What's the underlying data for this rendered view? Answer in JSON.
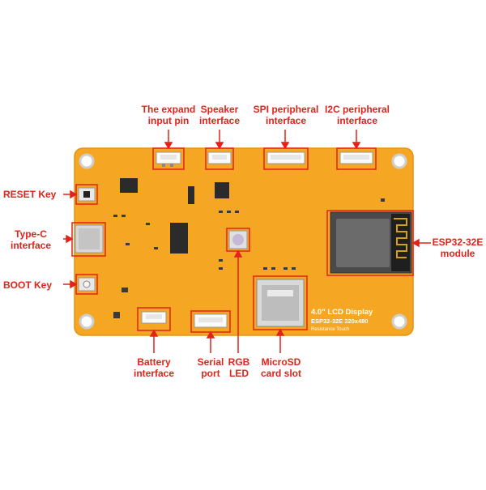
{
  "board": {
    "lcd_title": "4.0\" LCD Display",
    "lcd_model": "ESP32-32E  320x480",
    "lcd_touch": "Resistance Touch"
  },
  "labels": {
    "expand_pin": [
      "The expand",
      "input pin"
    ],
    "speaker": [
      "Speaker",
      "interface"
    ],
    "spi": [
      "SPI peripheral",
      "interface"
    ],
    "i2c": [
      "I2C peripheral",
      "interface"
    ],
    "reset": [
      "RESET Key"
    ],
    "typec": [
      "Type-C",
      "interface"
    ],
    "boot": [
      "BOOT Key"
    ],
    "esp32": [
      "ESP32-32E",
      "module"
    ],
    "battery": [
      "Battery",
      "interface"
    ],
    "serial": [
      "Serial",
      "port"
    ],
    "rgb": [
      "RGB",
      "LED"
    ],
    "microsd": [
      "MicroSD",
      "card slot"
    ]
  },
  "colors": {
    "board": "#f5a623",
    "board_edge": "#e59412",
    "callout": "#e2231a",
    "module": "#4a4a4a"
  }
}
